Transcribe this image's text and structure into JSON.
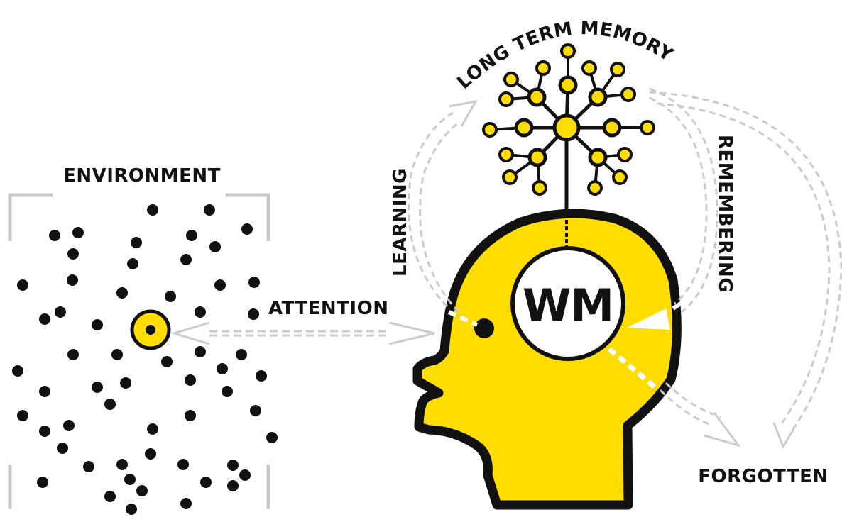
{
  "labels": {
    "environment": "ENVIRONMENT",
    "attention": "ATTENTION",
    "working_memory": "WM",
    "long_term_memory": "LONG TERM MEMORY",
    "learning": "LEARNING",
    "remembering": "REMEMBERING",
    "forgotten": "FORGOTTEN"
  },
  "colors": {
    "accent": "#FFDD00",
    "ink": "#111111",
    "arrow": "#cccccc",
    "frame": "#c8c8c8"
  },
  "icons": {
    "head": "head-silhouette-icon",
    "neuron": "neuron-tree-icon",
    "focus": "focused-dot-icon"
  }
}
